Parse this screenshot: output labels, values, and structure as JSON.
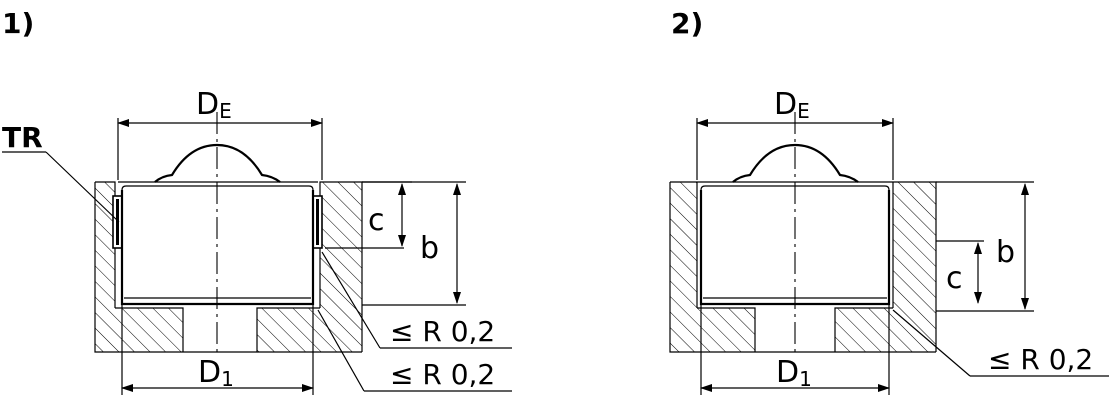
{
  "figures": [
    {
      "label": "1)",
      "dim_de": "D",
      "dim_de_sub": "E",
      "dim_d1": "D",
      "dim_d1_sub": "1",
      "dim_c": "c",
      "dim_b": "b",
      "callout_tr": "TR",
      "radius_upper": "≤ R 0,2",
      "radius_lower": "≤ R 0,2"
    },
    {
      "label": "2)",
      "dim_de": "D",
      "dim_de_sub": "E",
      "dim_d1": "D",
      "dim_d1_sub": "1",
      "dim_c": "c",
      "dim_b": "b",
      "radius": "≤ R 0,2"
    }
  ]
}
